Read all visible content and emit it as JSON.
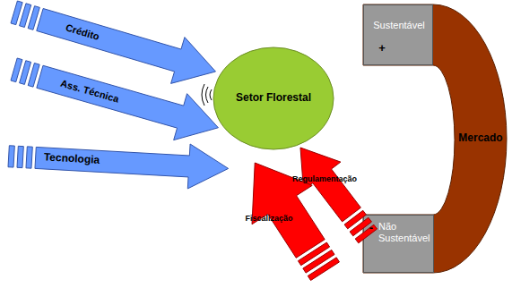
{
  "diagram": {
    "nodes": [
      {
        "text": [
          "Crédito"
        ]
      },
      {
        "text": [
          "Ass. Técnica"
        ]
      },
      {
        "text": [
          "Tecnologia"
        ]
      },
      {
        "text": [
          "Setor Florestal"
        ]
      },
      {
        "text": [
          "Mercado"
        ]
      },
      {
        "text": [
          "Sustentável",
          "+"
        ],
        "in": 4
      },
      {
        "text": [
          "-",
          "Não Sustentável"
        ],
        "in": 4
      },
      {
        "text": [
          "Regulamentação"
        ]
      },
      {
        "text": [
          "Fiscalização"
        ]
      }
    ]
  }
}
